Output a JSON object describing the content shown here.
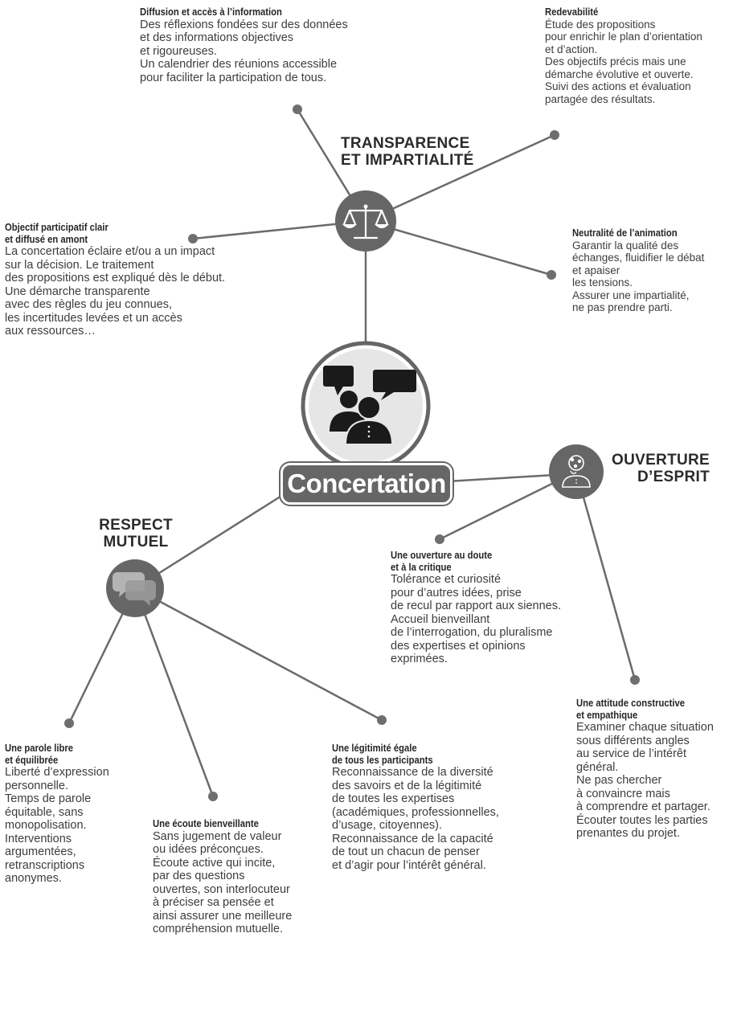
{
  "central": {
    "label": "Concertation"
  },
  "themes": {
    "transparence": "TRANSPARENCE\nET IMPARTIALITÉ",
    "ouverture": "OUVERTURE\nD’ESPRIT",
    "respect": "RESPECT\nMUTUEL"
  },
  "items": {
    "diffusion": {
      "title": "Diffusion et accès à l’information",
      "body": "Des réflexions fondées sur des données\net des informations objectives\net rigoureuses.\nUn calendrier des réunions accessible\npour faciliter la participation de tous."
    },
    "redevabilite": {
      "title": "Redevabilité",
      "body": "Étude des propositions\npour enrichir le plan d’orientation\net d’action.\nDes objectifs précis mais une\ndémarche évolutive et ouverte.\nSuivi des actions et évaluation\npartagée des résultats."
    },
    "objectif": {
      "title": "Objectif participatif clair\net diffusé en amont",
      "body": "La concertation éclaire et/ou a un impact\nsur la décision. Le traitement\ndes propositions est expliqué dès le début.\nUne démarche transparente\navec des règles du jeu connues,\nles incertitudes levées et un accès\naux ressources…"
    },
    "neutralite": {
      "title": "Neutralité de l’animation",
      "body": "Garantir la qualité des\néchanges, fluidifier le débat\net apaiser\nles tensions.\nAssurer une impartialité,\nne pas prendre parti."
    },
    "doute": {
      "title": "Une ouverture au doute\net à la critique",
      "body": "Tolérance et curiosité\npour d’autres idées, prise\nde recul par rapport aux siennes.\nAccueil bienveillant\nde l’interrogation, du pluralisme\ndes expertises et opinions\nexprimées."
    },
    "attitude": {
      "title": "Une attitude constructive\net empathique",
      "body": "Examiner chaque situation\nsous différents angles\nau service de l’intérêt\ngénéral.\nNe pas chercher\nà convaincre mais\nà comprendre et partager.\nÉcouter toutes les parties\nprenantes du projet."
    },
    "parole": {
      "title": "Une parole libre\net équilibrée",
      "body": "Liberté d’expression\npersonnelle.\nTemps de parole\néquitable, sans\nmonopolisation.\nInterventions\nargumentées,\nretranscriptions\nanonymes."
    },
    "ecoute": {
      "title": "Une écoute bienveillante",
      "body": "Sans jugement de valeur\nou idées préconçues.\nÉcoute active qui incite,\npar des questions\nouvertes, son interlocuteur\nà préciser sa pensée et\nainsi assurer une meilleure\ncompréhension mutuelle."
    },
    "legitimite": {
      "title": "Une légitimité égale\nde tous les participants",
      "body": "Reconnaissance de la diversité\ndes savoirs et de la légitimité\nde toutes les expertises\n(académiques, professionnelles,\nd’usage, citoyennes).\nReconnaissance de la capacité\nde tout un chacun de penser\net d’agir pour l’intérêt général."
    }
  },
  "colors": {
    "line": "#6b6b6b",
    "hub": "#666666",
    "dot": "#6e6e6e"
  }
}
